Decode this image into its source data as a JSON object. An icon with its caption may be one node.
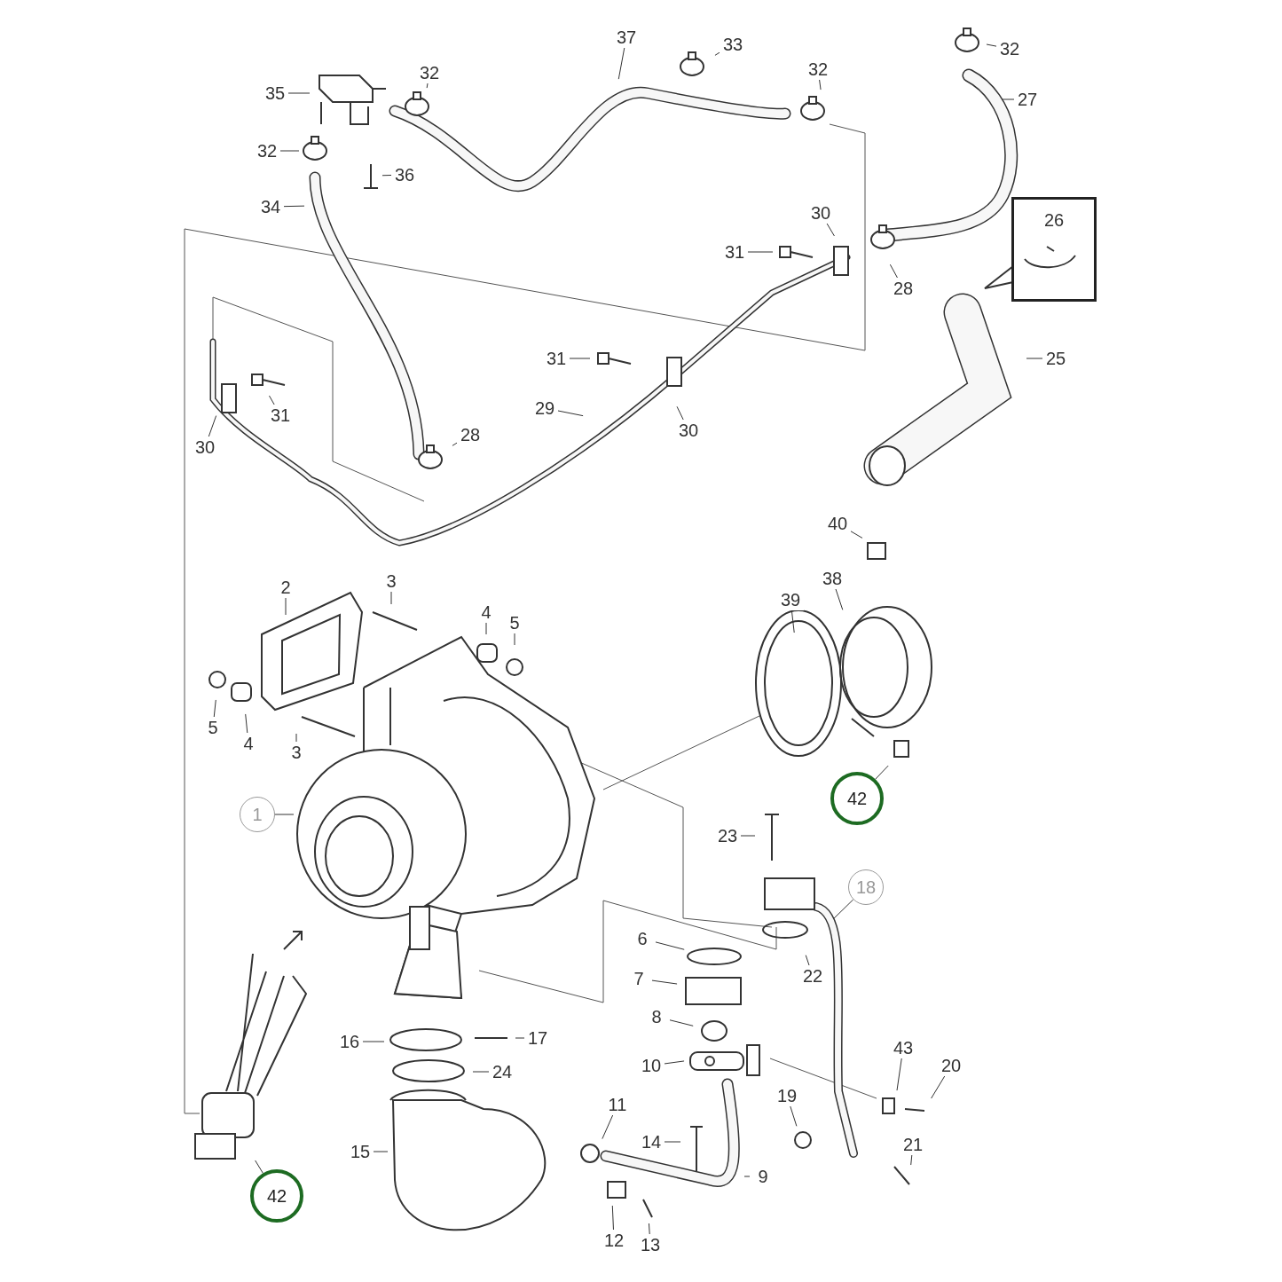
{
  "diagram": {
    "nodes": [
      {
        "text": [
          "37"
        ]
      },
      {
        "text": [
          "33"
        ]
      },
      {
        "text": [
          "32"
        ]
      },
      {
        "text": [
          "35"
        ]
      },
      {
        "text": [
          "32"
        ]
      },
      {
        "text": [
          "32"
        ]
      },
      {
        "text": [
          "27"
        ]
      },
      {
        "text": [
          "32"
        ]
      },
      {
        "text": [
          "36"
        ]
      },
      {
        "text": [
          "34"
        ]
      },
      {
        "text": [
          "26"
        ]
      },
      {
        "text": [
          "30"
        ]
      },
      {
        "text": [
          "31"
        ]
      },
      {
        "text": [
          "28"
        ]
      },
      {
        "text": [
          "25"
        ]
      },
      {
        "text": [
          "31"
        ]
      },
      {
        "text": [
          "29"
        ]
      },
      {
        "text": [
          "31"
        ]
      },
      {
        "text": [
          "30"
        ]
      },
      {
        "text": [
          "28"
        ]
      },
      {
        "text": [
          "30"
        ]
      },
      {
        "text": [
          "40"
        ]
      },
      {
        "text": [
          "2"
        ]
      },
      {
        "text": [
          "3"
        ]
      },
      {
        "text": [
          "38"
        ]
      },
      {
        "text": [
          "39"
        ]
      },
      {
        "text": [
          "4"
        ]
      },
      {
        "text": [
          "5"
        ]
      },
      {
        "text": [
          "5"
        ]
      },
      {
        "text": [
          "4"
        ]
      },
      {
        "text": [
          "3"
        ]
      },
      {
        "text": [
          "42"
        ]
      },
      {
        "text": [
          "1"
        ]
      },
      {
        "text": [
          "23"
        ]
      },
      {
        "text": [
          "18"
        ]
      },
      {
        "text": [
          "6"
        ]
      },
      {
        "text": [
          "22"
        ]
      },
      {
        "text": [
          "7"
        ]
      },
      {
        "text": [
          "8"
        ]
      },
      {
        "text": [
          "17"
        ]
      },
      {
        "text": [
          "16"
        ]
      },
      {
        "text": [
          "43"
        ]
      },
      {
        "text": [
          "10"
        ]
      },
      {
        "text": [
          "20"
        ]
      },
      {
        "text": [
          "24"
        ]
      },
      {
        "text": [
          "19"
        ]
      },
      {
        "text": [
          "11"
        ]
      },
      {
        "text": [
          "14"
        ]
      },
      {
        "text": [
          "21"
        ]
      },
      {
        "text": [
          "15"
        ]
      },
      {
        "text": [
          "9"
        ]
      },
      {
        "text": [
          "42"
        ]
      },
      {
        "text": [
          "12"
        ]
      },
      {
        "text": [
          "13"
        ]
      }
    ],
    "edges": [
      {
        "from": 0,
        "to": null,
        "arrow": "none"
      },
      {
        "from": 1,
        "to": null,
        "arrow": "none"
      },
      {
        "from": 2,
        "to": null,
        "arrow": "none"
      },
      {
        "from": 3,
        "to": null,
        "arrow": "none"
      },
      {
        "from": 4,
        "to": null,
        "arrow": "none"
      },
      {
        "from": 5,
        "to": null,
        "arrow": "none"
      },
      {
        "from": 6,
        "to": null,
        "arrow": "none"
      },
      {
        "from": 7,
        "to": null,
        "arrow": "none"
      },
      {
        "from": 8,
        "to": null,
        "arrow": "none"
      },
      {
        "from": 9,
        "to": null,
        "arrow": "none"
      },
      {
        "from": 11,
        "to": null,
        "arrow": "none"
      },
      {
        "from": 12,
        "to": null,
        "arrow": "none"
      },
      {
        "from": 13,
        "to": null,
        "arrow": "none"
      },
      {
        "from": 14,
        "to": null,
        "arrow": "none"
      },
      {
        "from": 15,
        "to": null,
        "arrow": "none"
      },
      {
        "from": 16,
        "to": null,
        "arrow": "none"
      },
      {
        "from": 17,
        "to": null,
        "arrow": "none"
      },
      {
        "from": 18,
        "to": null,
        "arrow": "none"
      },
      {
        "from": 19,
        "to": null,
        "arrow": "none"
      },
      {
        "from": 20,
        "to": null,
        "arrow": "none"
      },
      {
        "from": 21,
        "to": null,
        "arrow": "none"
      },
      {
        "from": 22,
        "to": null,
        "arrow": "none"
      },
      {
        "from": 23,
        "to": null,
        "arrow": "none"
      },
      {
        "from": 24,
        "to": null,
        "arrow": "none"
      },
      {
        "from": 25,
        "to": null,
        "arrow": "none"
      },
      {
        "from": 26,
        "to": null,
        "arrow": "none"
      },
      {
        "from": 27,
        "to": null,
        "arrow": "none"
      },
      {
        "from": 28,
        "to": null,
        "arrow": "none"
      },
      {
        "from": 29,
        "to": null,
        "arrow": "none"
      },
      {
        "from": 30,
        "to": null,
        "arrow": "none"
      },
      {
        "from": 31,
        "to": null,
        "arrow": "none"
      },
      {
        "from": 32,
        "to": null,
        "arrow": "none"
      },
      {
        "from": 33,
        "to": null,
        "arrow": "none"
      },
      {
        "from": 34,
        "to": null,
        "arrow": "none"
      },
      {
        "from": 35,
        "to": null,
        "arrow": "none"
      },
      {
        "from": 36,
        "to": null,
        "arrow": "none"
      },
      {
        "from": 37,
        "to": null,
        "arrow": "none"
      },
      {
        "from": 38,
        "to": null,
        "arrow": "none"
      },
      {
        "from": 39,
        "to": null,
        "arrow": "none"
      },
      {
        "from": 40,
        "to": null,
        "arrow": "none"
      },
      {
        "from": 41,
        "to": null,
        "arrow": "none"
      },
      {
        "from": 42,
        "to": null,
        "arrow": "none"
      },
      {
        "from": 43,
        "to": null,
        "arrow": "none"
      },
      {
        "from": 44,
        "to": null,
        "arrow": "none"
      },
      {
        "from": 45,
        "to": null,
        "arrow": "none"
      },
      {
        "from": 46,
        "to": null,
        "arrow": "none"
      },
      {
        "from": 47,
        "to": null,
        "arrow": "none"
      },
      {
        "from": 48,
        "to": null,
        "arrow": "none"
      },
      {
        "from": 49,
        "to": null,
        "arrow": "none"
      },
      {
        "from": 50,
        "to": null,
        "arrow": "none"
      },
      {
        "from": 51,
        "to": null,
        "arrow": "none"
      },
      {
        "from": 52,
        "to": null,
        "arrow": "none"
      },
      {
        "from": 53,
        "to": null,
        "arrow": "none"
      }
    ]
  }
}
